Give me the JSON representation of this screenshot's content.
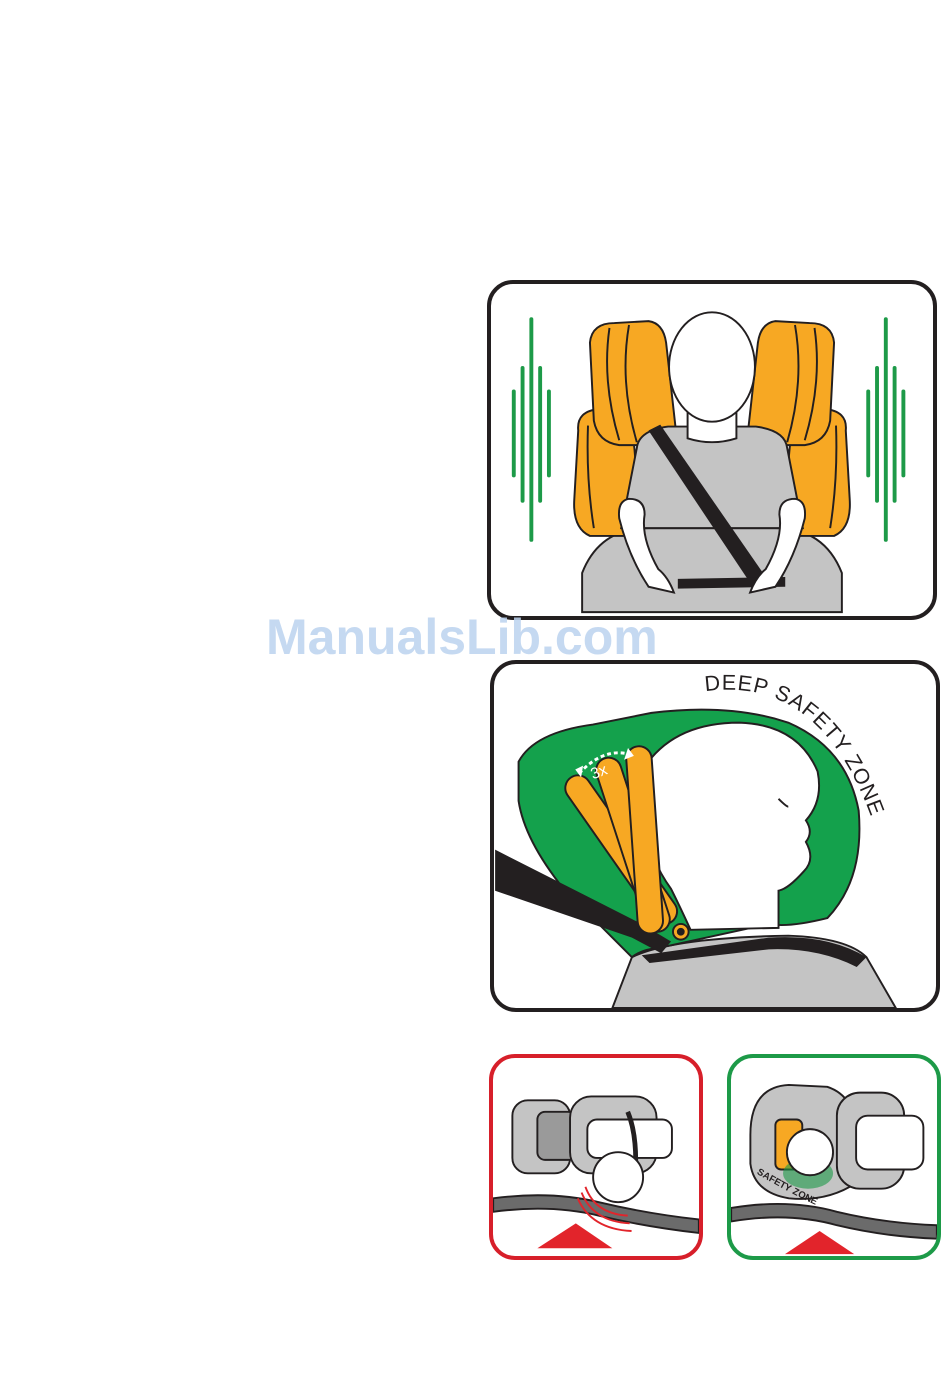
{
  "watermark": {
    "text": "ManualsLib.com"
  },
  "panel_side_impact": {
    "name": "side-impact-protection"
  },
  "panel_head_support": {
    "zone_label": "DEEP SAFETY ZONE",
    "adjust_label": "3x"
  },
  "panel_head_incorrect": {
    "status": "incorrect"
  },
  "panel_head_correct": {
    "status": "correct",
    "zone_label": "SAFETY ZONE"
  },
  "colors": {
    "seat_orange": "#f7a823",
    "vibration_green": "#1d9a48",
    "headrest_green": "#14a14c",
    "warning_red": "#e2242b",
    "body_gray": "#c4c4c4",
    "outline": "#231f20",
    "watermark": "#bcd3ef"
  }
}
